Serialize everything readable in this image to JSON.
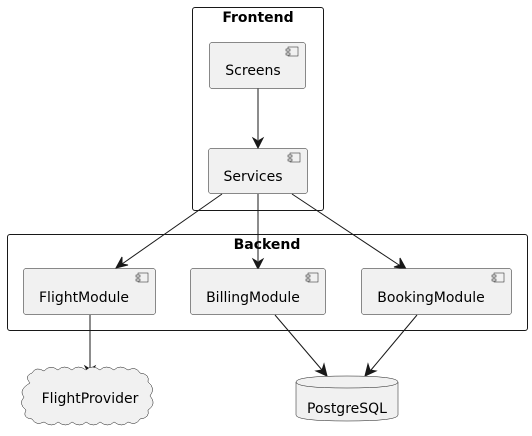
{
  "packages": {
    "frontend": {
      "title": "Frontend"
    },
    "backend": {
      "title": "Backend"
    }
  },
  "components": {
    "screens": {
      "label": "Screens"
    },
    "services": {
      "label": "Services"
    },
    "flight_module": {
      "label": "FlightModule"
    },
    "billing_module": {
      "label": "BillingModule"
    },
    "booking_module": {
      "label": "BookingModule"
    }
  },
  "external": {
    "flight_provider": {
      "label": "FlightProvider",
      "shape": "cloud"
    },
    "postgresql": {
      "label": "PostgreSQL",
      "shape": "database"
    }
  },
  "edges": [
    {
      "from": "Screens",
      "to": "Services"
    },
    {
      "from": "Services",
      "to": "FlightModule"
    },
    {
      "from": "Services",
      "to": "BillingModule"
    },
    {
      "from": "Services",
      "to": "BookingModule"
    },
    {
      "from": "FlightModule",
      "to": "FlightProvider"
    },
    {
      "from": "BillingModule",
      "to": "PostgreSQL"
    },
    {
      "from": "BookingModule",
      "to": "PostgreSQL"
    }
  ],
  "colors": {
    "node_fill": "#f1f1f1",
    "stroke": "#181818",
    "background": "#ffffff"
  }
}
